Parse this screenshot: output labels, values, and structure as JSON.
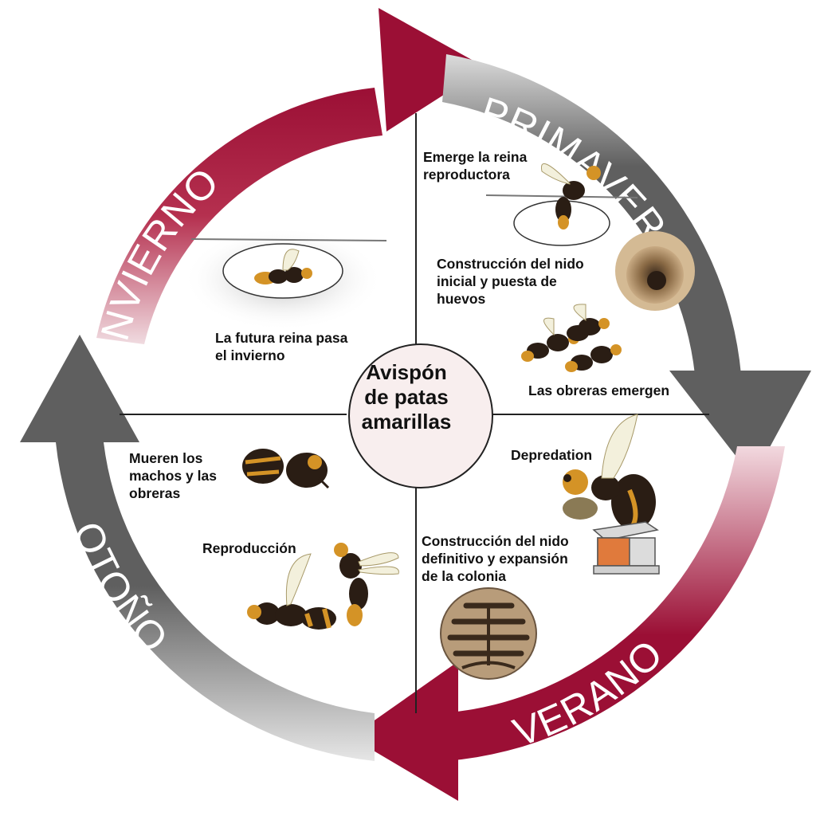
{
  "title": "Avispón\nde patas\namarillas",
  "seasons": {
    "winter": "INVIERNO",
    "spring": "PRIMAVERA",
    "summer": "VERANO",
    "autumn": "OTOÑO"
  },
  "steps": {
    "winter_queen": "La futura reina pasa\nel invierno",
    "queen_emerges": "Emerge la reina\nreproductora",
    "initial_nest": "Construcción del nido\ninicial y puesta de\nhuevos",
    "workers_emerge": "Las obreras emergen",
    "predation": "Depredation",
    "final_nest": "Construcción del nido\ndefinitivo y expansión\nde la colonia",
    "males_die": "Mueren los\nmachos y las\nobreras",
    "reproduction": "Reproducción"
  },
  "colors": {
    "crimson": "#9b0f35",
    "gray": "#5f5f5f",
    "center_fill": "#f8eeee",
    "wasp_body": "#2a1d14",
    "wasp_band": "#d49326"
  }
}
